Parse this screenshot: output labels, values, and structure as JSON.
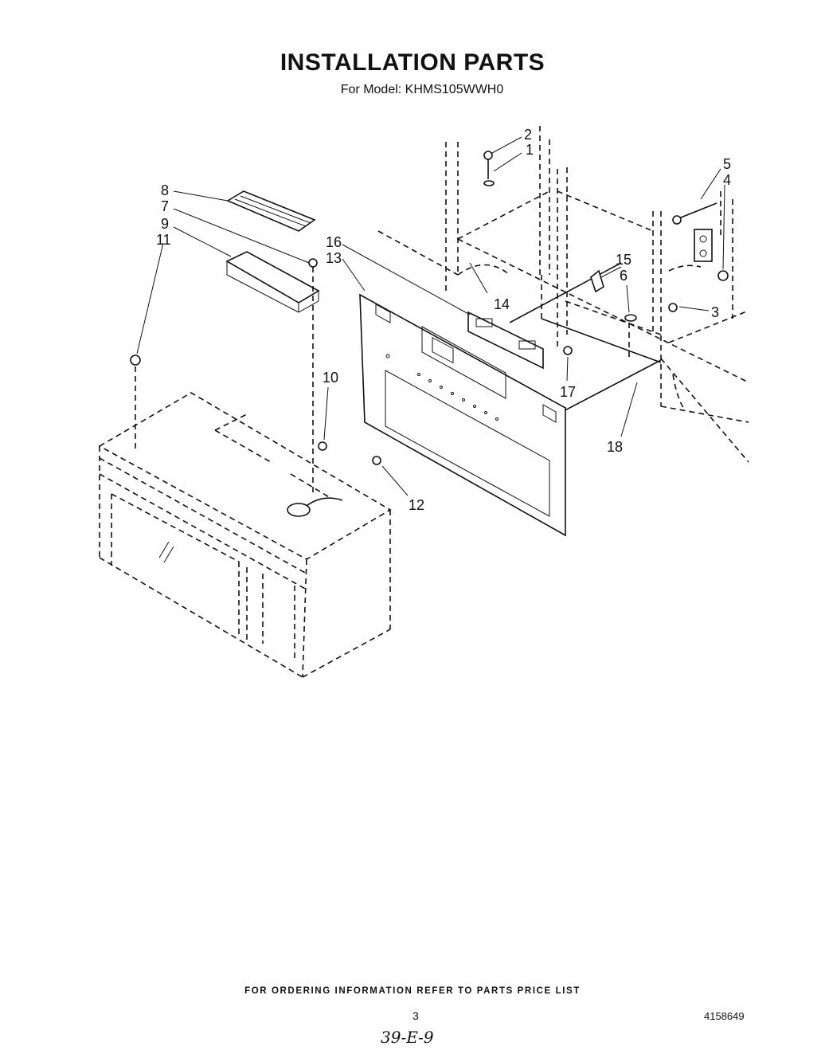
{
  "header": {
    "title": "INSTALLATION PARTS",
    "subtitle": "For Model: KHMS105WWH0"
  },
  "callouts": [
    "1",
    "2",
    "3",
    "4",
    "5",
    "6",
    "7",
    "8",
    "9",
    "10",
    "11",
    "12",
    "13",
    "14",
    "15",
    "16",
    "17",
    "18"
  ],
  "footer": {
    "ordering_note": "FOR ORDERING INFORMATION REFER TO PARTS PRICE LIST",
    "page_number": "3",
    "document_number": "4158649",
    "handwritten_note": "39-E-9"
  }
}
